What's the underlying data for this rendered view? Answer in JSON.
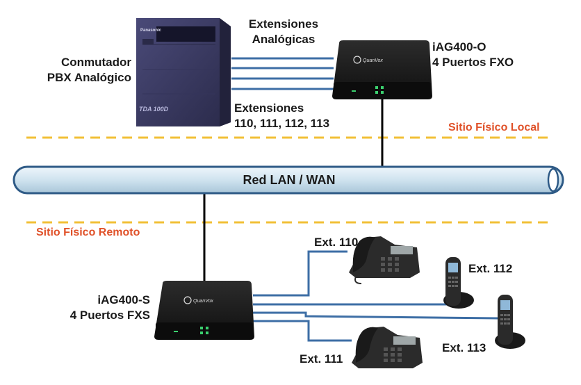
{
  "labels": {
    "pbx_line1": "Conmutador",
    "pbx_line2": "PBX Analógico",
    "analog_line1": "Extensiones",
    "analog_line2": "Analógicas",
    "ext_line1": "Extensiones",
    "ext_line2": "110, 111, 112, 113",
    "fxo_line1": "iAG400-O",
    "fxo_line2": "4 Puertos FXO",
    "fxs_line1": "iAG400-S",
    "fxs_line2": "4 Puertos FXS",
    "local_site": "Sitio Físico Local",
    "remote_site": "Sitio Físico Remoto",
    "lan": "Red LAN / WAN",
    "ext110": "Ext. 110",
    "ext111": "Ext. 111",
    "ext112": "Ext. 112",
    "ext113": "Ext. 113"
  },
  "pbx_brand": "Panasonic",
  "pbx_model": "TDA 100D",
  "gateway_brand": "QuanVox",
  "colors": {
    "line_blue": "#3d6ea5",
    "dash_yellow": "#f2c037",
    "zone_orange": "#e0522a",
    "pipe_fill": "#cfe3ef",
    "pipe_stroke": "#2e5a86",
    "device_dark": "#1c1c1c",
    "pbx_body": "#3b3a63"
  }
}
